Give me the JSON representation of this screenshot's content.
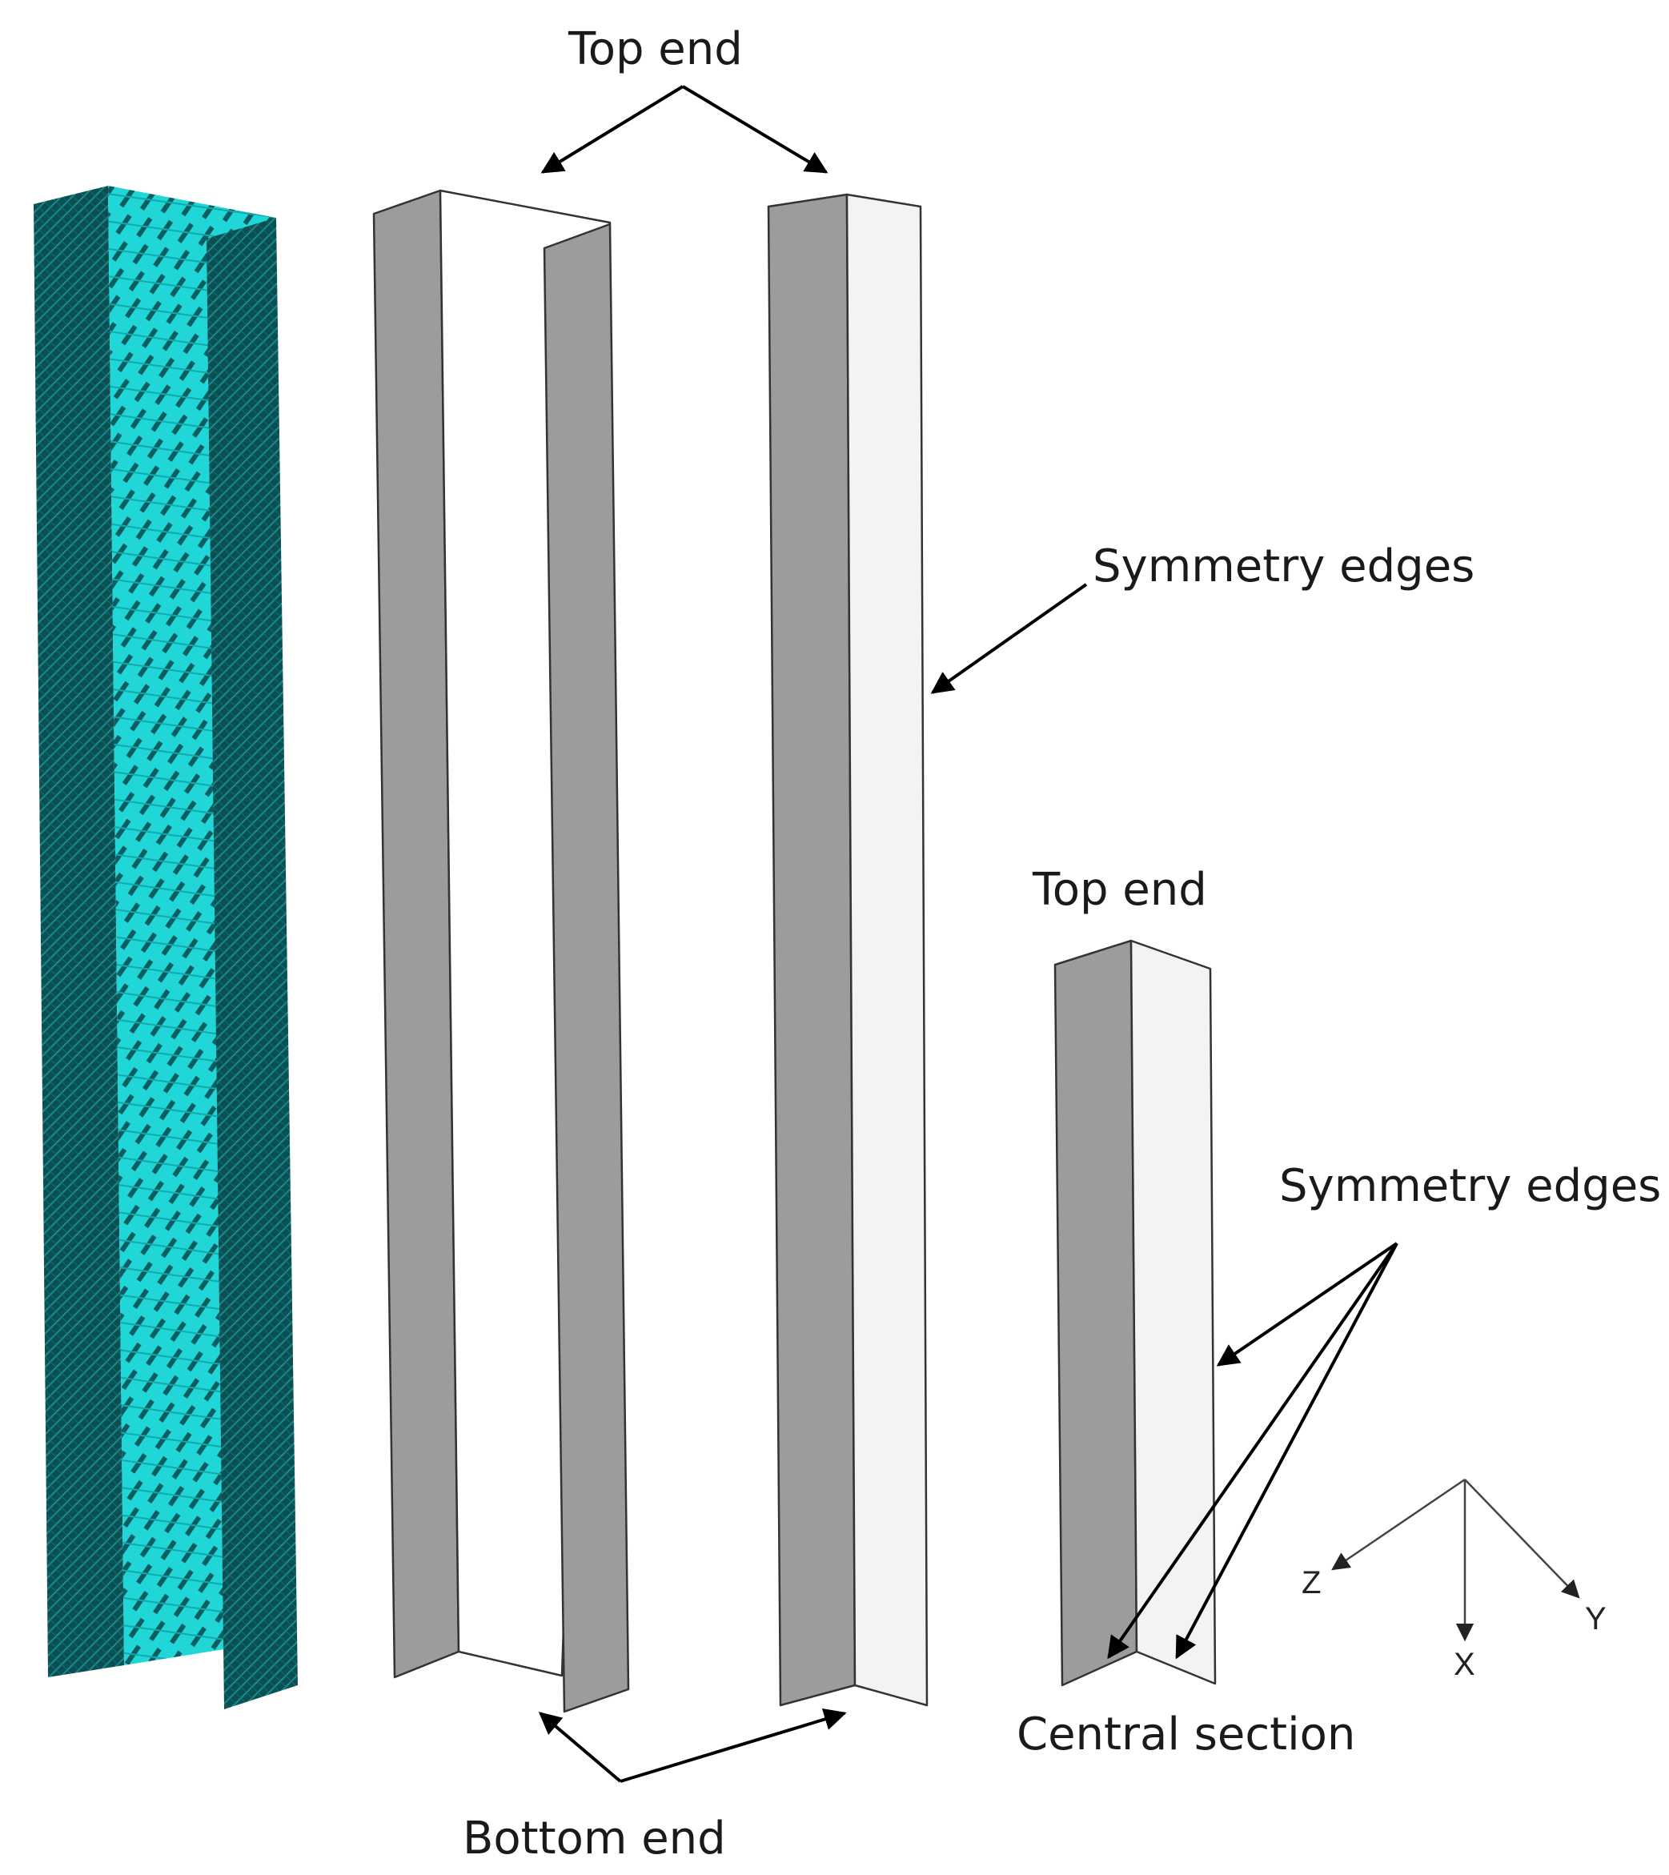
{
  "labels": {
    "top_end_upper": "Top end",
    "top_end_lower": "Top end",
    "symmetry_edges_upper": "Symmetry edges",
    "symmetry_edges_lower": "Symmetry edges",
    "bottom_end": "Bottom end",
    "central_section": "Central section"
  },
  "axes": {
    "z": "Z",
    "x": "X",
    "y": "Y"
  },
  "colors": {
    "mesh_dark": "#0c5a5a",
    "mesh_light": "#19d3d3",
    "flange_grey": "#9c9c9c",
    "web_white": "#ffffff",
    "web_light": "#f3f3f3",
    "edge": "#333333"
  }
}
